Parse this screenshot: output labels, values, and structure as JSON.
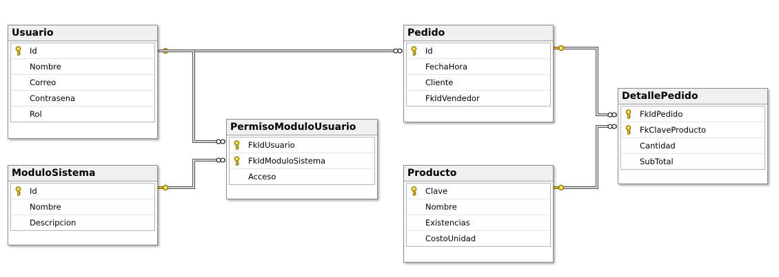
{
  "tables": [
    {
      "id": "usuario",
      "name": "Usuario",
      "columns": [
        {
          "name": "Id",
          "pk": true
        },
        {
          "name": "Nombre",
          "pk": false
        },
        {
          "name": "Correo",
          "pk": false
        },
        {
          "name": "Contrasena",
          "pk": false
        },
        {
          "name": "Rol",
          "pk": false
        }
      ]
    },
    {
      "id": "modulosistema",
      "name": "ModuloSistema",
      "columns": [
        {
          "name": "Id",
          "pk": true
        },
        {
          "name": "Nombre",
          "pk": false
        },
        {
          "name": "Descripcion",
          "pk": false
        }
      ]
    },
    {
      "id": "permisomodulousuario",
      "name": "PermisoModuloUsuario",
      "columns": [
        {
          "name": "FkIdUsuario",
          "pk": true
        },
        {
          "name": "FkIdModuloSistema",
          "pk": true
        },
        {
          "name": "Acceso",
          "pk": false
        }
      ]
    },
    {
      "id": "pedido",
      "name": "Pedido",
      "columns": [
        {
          "name": "Id",
          "pk": true
        },
        {
          "name": "FechaHora",
          "pk": false
        },
        {
          "name": "Cliente",
          "pk": false
        },
        {
          "name": "FkIdVendedor",
          "pk": false
        }
      ]
    },
    {
      "id": "producto",
      "name": "Producto",
      "columns": [
        {
          "name": "Clave",
          "pk": true
        },
        {
          "name": "Nombre",
          "pk": false
        },
        {
          "name": "Existencias",
          "pk": false
        },
        {
          "name": "CostoUnidad",
          "pk": false
        }
      ]
    },
    {
      "id": "detallepedido",
      "name": "DetallePedido",
      "columns": [
        {
          "name": "FkIdPedido",
          "pk": true
        },
        {
          "name": "FkClaveProducto",
          "pk": true
        },
        {
          "name": "Cantidad",
          "pk": false
        },
        {
          "name": "SubTotal",
          "pk": false
        }
      ]
    }
  ],
  "relationships": [
    {
      "id": "usuario-pedido",
      "one": "Usuario",
      "many": "Pedido"
    },
    {
      "id": "usuario-permisomodulousuario",
      "one": "Usuario",
      "many": "PermisoModuloUsuario"
    },
    {
      "id": "modulosistema-permisomodulousuario",
      "one": "ModuloSistema",
      "many": "PermisoModuloUsuario"
    },
    {
      "id": "pedido-detallepedido",
      "one": "Pedido",
      "many": "DetallePedido"
    },
    {
      "id": "producto-detallepedido",
      "one": "Producto",
      "many": "DetallePedido"
    }
  ],
  "colors": {
    "key_fill": "#f2d21b",
    "key_stroke": "#7a6200",
    "line": "#555555"
  }
}
